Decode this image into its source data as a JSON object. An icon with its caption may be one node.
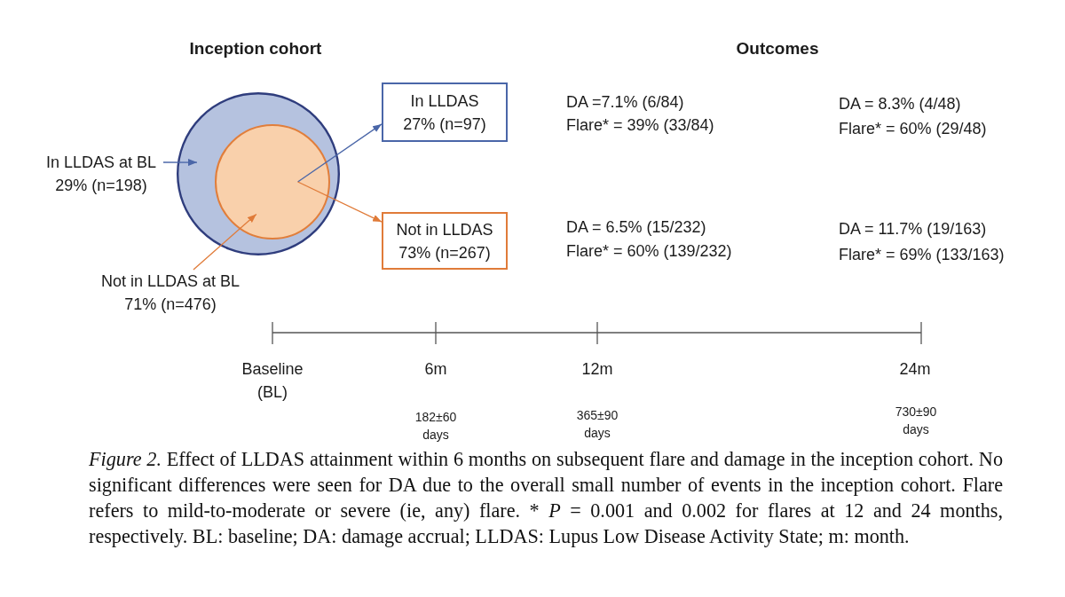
{
  "diagram": {
    "caption": "*Figure 2.* Effect of LLDAS attainment within 6 months on subsequent flare and damage in the inception cohort. No significant differences were seen for DA due to the overall small number of events in the inception cohort. Flare refers to mild-to-moderate or severe (ie, any) flare. * *P* = 0.001 and 0.002 for flares at 12 and 24 months, respectively. BL: baseline; DA: damage accrual; LLDAS: Lupus Low Disease Activity State; m: month.",
    "nodes": [
      {
        "text": [],
        "shape": "circle"
      },
      {
        "text": [],
        "shape": "circle",
        "in": 0
      },
      {
        "text": [
          "In LLDAS at BL 29% (n=198)"
        ]
      },
      {
        "text": [
          "Not in LLDAS at BL 71% (n=476)"
        ]
      },
      {
        "text": [
          "In LLDAS",
          "27% (n=97)"
        ]
      },
      {
        "text": [
          "Not in LLDAS",
          "73% (n=267)"
        ]
      }
    ],
    "edges": [
      {
        "from": 2,
        "to": 0,
        "arrow": "to",
        "color": "#4a66a8"
      },
      {
        "from": 3,
        "to": 1,
        "arrow": "to",
        "color": "#e07b39"
      },
      {
        "from": 1,
        "to": 4,
        "arrow": "to",
        "color": "#4a66a8"
      },
      {
        "from": 1,
        "to": 5,
        "arrow": "to",
        "color": "#e07b39"
      }
    ],
    "labels": [
      "Inception cohort",
      "Outcomes",
      "DA =7.1% (6/84)",
      "Flare* = 39% (33/84)",
      "DA = 8.3% (4/48)",
      "Flare* = 60% (29/48)",
      "DA = 6.5% (15/232)",
      "Flare* = 60% (139/232)",
      "DA = 11.7% (19/163)",
      "Flare* = 69% (133/163)",
      "Baseline (BL)",
      "6m",
      "12m",
      "24m",
      "182±60 days",
      "365±90 days",
      "730±90 days"
    ]
  }
}
